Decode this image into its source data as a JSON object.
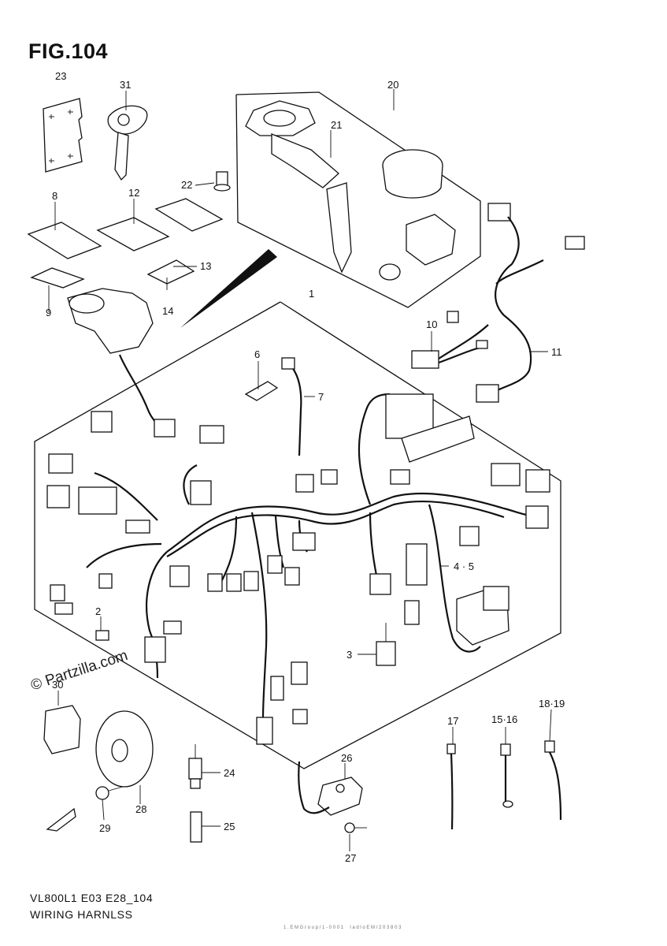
{
  "figure": {
    "title": "FIG.104",
    "model_code": "VL800L1 E03 E28_104",
    "caption": "WIRING HARNLSS",
    "watermark": "© Partzilla.com",
    "tiny_text": "1 . E M   G r o u p / 1 - 0 0 0 1     l a d   l o   E M / 2 0 3 8 0 3"
  },
  "callouts": [
    {
      "id": "23",
      "label": "23"
    },
    {
      "id": "31",
      "label": "31"
    },
    {
      "id": "20",
      "label": "20"
    },
    {
      "id": "21",
      "label": "21"
    },
    {
      "id": "22",
      "label": "22"
    },
    {
      "id": "8",
      "label": "8"
    },
    {
      "id": "12",
      "label": "12"
    },
    {
      "id": "13",
      "label": "13"
    },
    {
      "id": "14",
      "label": "14"
    },
    {
      "id": "9",
      "label": "9"
    },
    {
      "id": "1",
      "label": "1"
    },
    {
      "id": "10",
      "label": "10"
    },
    {
      "id": "11",
      "label": "11"
    },
    {
      "id": "6",
      "label": "6"
    },
    {
      "id": "7",
      "label": "7"
    },
    {
      "id": "4-5",
      "label": "4 · 5"
    },
    {
      "id": "2",
      "label": "2"
    },
    {
      "id": "3",
      "label": "3"
    },
    {
      "id": "30",
      "label": "30"
    },
    {
      "id": "17",
      "label": "17"
    },
    {
      "id": "15-16",
      "label": "15·16"
    },
    {
      "id": "18-19",
      "label": "18·19"
    },
    {
      "id": "24",
      "label": "24"
    },
    {
      "id": "25",
      "label": "25"
    },
    {
      "id": "26",
      "label": "26"
    },
    {
      "id": "27",
      "label": "27"
    },
    {
      "id": "28",
      "label": "28"
    },
    {
      "id": "29",
      "label": "29"
    }
  ]
}
